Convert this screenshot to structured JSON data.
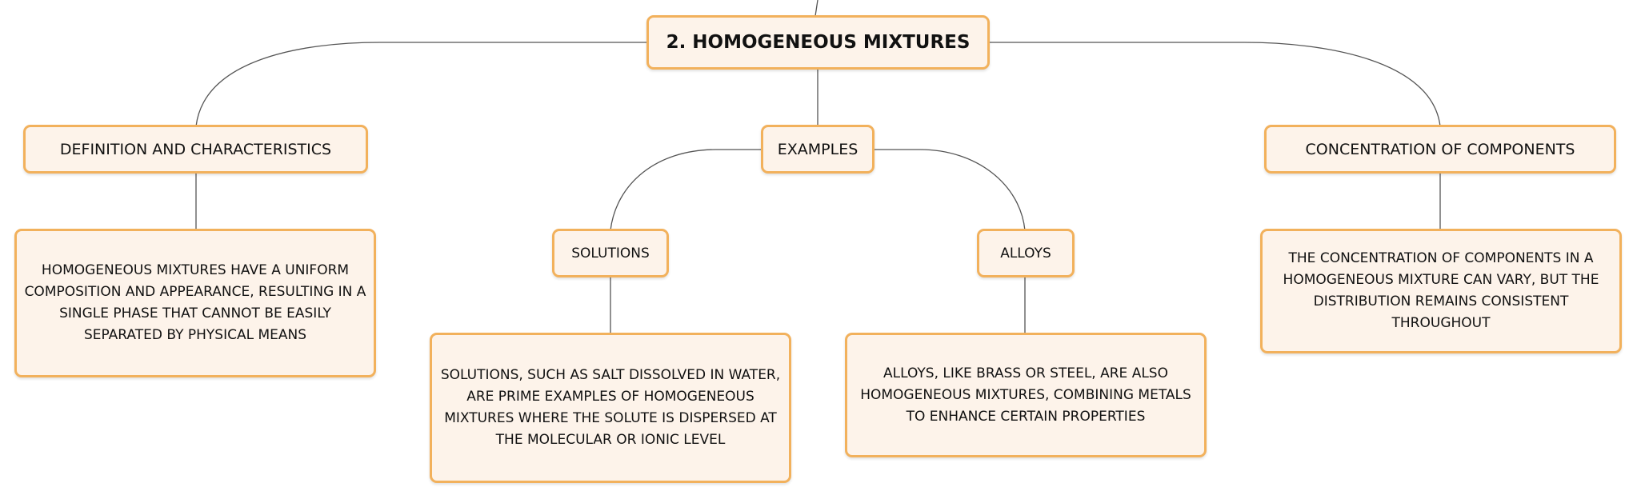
{
  "colors": {
    "node_fill": "#fdf3ea",
    "node_border": "#f2b15c",
    "connector": "#555555",
    "text": "#111111"
  },
  "mindmap": {
    "root": {
      "label": "2. HOMOGENEOUS MIXTURES"
    },
    "branches": {
      "definition": {
        "label": "DEFINITION AND CHARACTERISTICS",
        "detail": "HOMOGENEOUS MIXTURES HAVE A UNIFORM COMPOSITION AND APPEARANCE, RESULTING IN A SINGLE PHASE THAT CANNOT BE EASILY SEPARATED BY PHYSICAL MEANS"
      },
      "examples": {
        "label": "EXAMPLES",
        "solutions": {
          "label": "SOLUTIONS",
          "detail": "SOLUTIONS, SUCH AS SALT DISSOLVED IN WATER, ARE PRIME EXAMPLES OF HOMOGENEOUS MIXTURES WHERE THE SOLUTE IS DISPERSED AT THE MOLECULAR OR IONIC LEVEL"
        },
        "alloys": {
          "label": "ALLOYS",
          "detail": "ALLOYS, LIKE BRASS OR STEEL, ARE ALSO HOMOGENEOUS MIXTURES, COMBINING METALS TO ENHANCE CERTAIN PROPERTIES"
        }
      },
      "concentration": {
        "label": "CONCENTRATION OF COMPONENTS",
        "detail": "THE CONCENTRATION OF COMPONENTS IN A HOMOGENEOUS MIXTURE CAN VARY, BUT THE DISTRIBUTION REMAINS CONSISTENT THROUGHOUT"
      }
    }
  }
}
